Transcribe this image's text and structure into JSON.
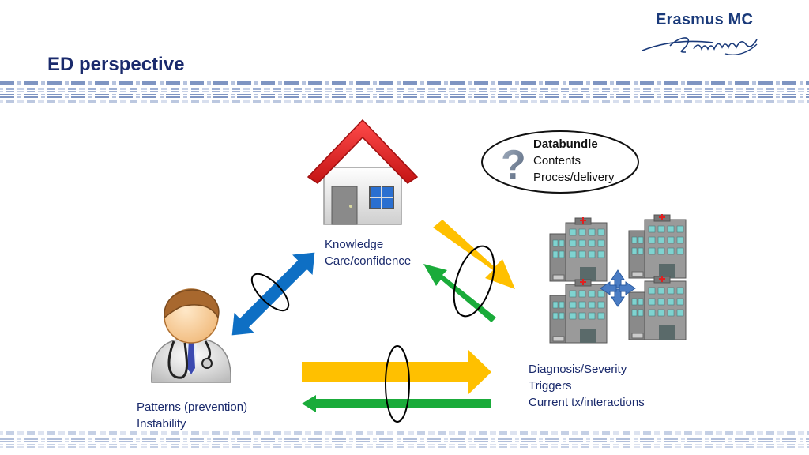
{
  "header": {
    "title": "ED perspective",
    "logo_name": "Erasmus MC",
    "logo_signature": "Erasmus"
  },
  "colors": {
    "title": "#1a2a6c",
    "stripe": "#8fa3c9",
    "arrow_blue": "#0e6fc4",
    "arrow_yellow": "#ffc000",
    "arrow_green": "#1aab3a",
    "roof_red": "#e02020"
  },
  "nodes": {
    "home": {
      "icon": "house-icon",
      "lines": [
        "Knowledge",
        "Care/confidence"
      ]
    },
    "doctor": {
      "icon": "doctor-icon",
      "lines": [
        "Patterns (prevention)",
        "Instability"
      ]
    },
    "hospitals": {
      "icon": "hospital-network-icon",
      "lines": [
        "Diagnosis/Severity",
        "Triggers",
        "Current tx/interactions"
      ]
    }
  },
  "databundle": {
    "icon": "question-mark-icon",
    "heading": "Databundle",
    "lines": [
      "Contents",
      "Proces/delivery"
    ]
  }
}
